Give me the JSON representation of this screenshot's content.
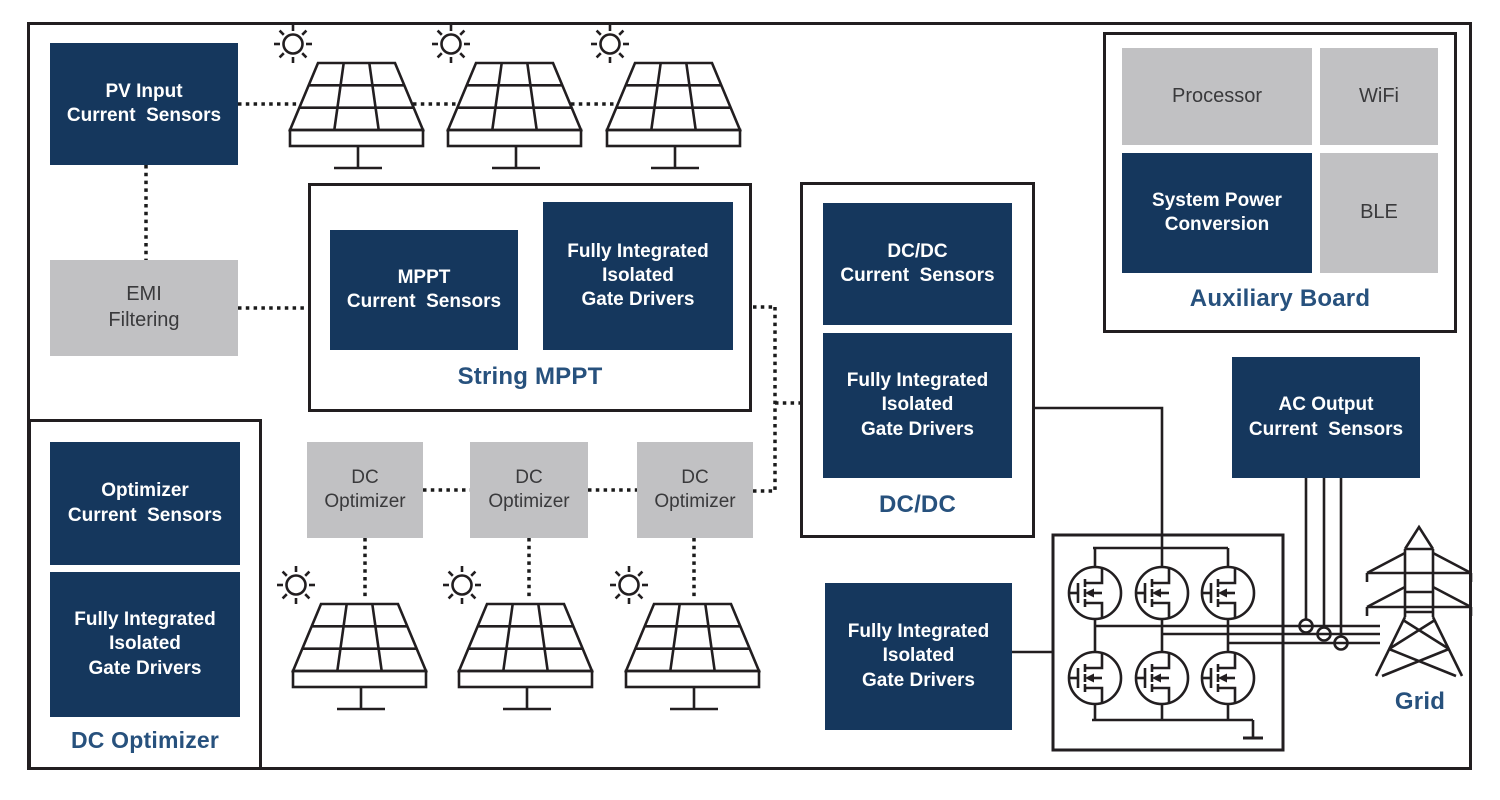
{
  "colors": {
    "box_navy": "#15375D",
    "box_gray": "#C1C1C3",
    "section_label_blue": "#27517D",
    "line_black": "#221E20",
    "gray_box_text": "#3A3A3C",
    "navy_box_text": "#FFFFFF",
    "background": "#FFFFFF"
  },
  "blocks": {
    "pv_input": "PV Input\nCurrent  Sensors",
    "emi": "EMI\nFiltering",
    "mppt_cs": "MPPT\nCurrent  Sensors",
    "mppt_gd": "Fully Integrated\nIsolated\nGate Drivers",
    "dcdc_cs": "DC/DC\nCurrent  Sensors",
    "dcdc_gd": "Fully Integrated\nIsolated\nGate Drivers",
    "processor": "Processor",
    "wifi": "WiFi",
    "system_power": "System Power\nConversion",
    "ble": "BLE",
    "ac_output": "AC Output\nCurrent  Sensors",
    "optimizer_cs": "Optimizer\nCurrent  Sensors",
    "optimizer_gd": "Fully Integrated\nIsolated\nGate Drivers",
    "dc_optimizer_1": "DC\nOptimizer",
    "dc_optimizer_2": "DC\nOptimizer",
    "dc_optimizer_3": "DC\nOptimizer",
    "inverter_gd": "Fully Integrated\nIsolated\nGate Drivers"
  },
  "section_labels": {
    "string_mppt": "String MPPT",
    "dcdc": "DC/DC",
    "auxiliary_board": "Auxiliary Board",
    "dc_optimizer": "DC Optimizer",
    "grid": "Grid"
  }
}
